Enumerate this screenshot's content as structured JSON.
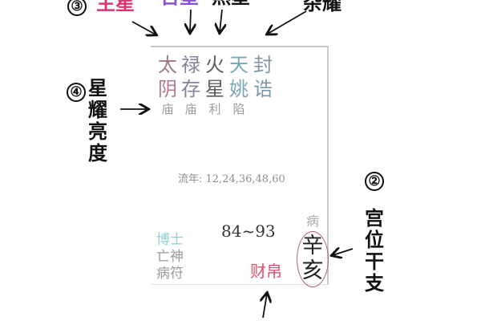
{
  "annotations": {
    "main_star": {
      "number": "③",
      "label": "主星",
      "color": "#e0336e"
    },
    "lucky_star": {
      "label": "吉星",
      "color": "#8a4fd8"
    },
    "evil_star": {
      "label": "煞星",
      "color": "#111111"
    },
    "misc_star": {
      "label": "杂耀",
      "color": "#111111"
    },
    "brightness": {
      "number": "④",
      "label": [
        "星",
        "耀",
        "亮",
        "度"
      ]
    },
    "palace_ganzhi": {
      "number": "②",
      "label": [
        "宫",
        "位",
        "干",
        "支"
      ]
    }
  },
  "palace": {
    "stars": [
      {
        "chars": [
          "太",
          "阴"
        ],
        "brightness": "庙",
        "color": "#a07a86"
      },
      {
        "chars": [
          "禄",
          "存"
        ],
        "brightness": "庙",
        "color": "#8a80a0"
      },
      {
        "chars": [
          "火",
          "星"
        ],
        "brightness": "利",
        "color": "#5e5e5e"
      },
      {
        "chars": [
          "天",
          "姚"
        ],
        "brightness": "陷",
        "color": "#7aa6b8"
      },
      {
        "chars": [
          "封",
          "诰"
        ],
        "brightness": "",
        "color": "#7d97a8"
      }
    ],
    "liunian": "流年: 12,24,36,48,60",
    "age_range": "84~93",
    "small_gods": [
      {
        "text": "博士",
        "color": "#8fd0cf"
      },
      {
        "text": "亡神",
        "color": "#9a9a9a"
      },
      {
        "text": "病符",
        "color": "#9a9a9a"
      }
    ],
    "changsheng": "病",
    "name": "财帛",
    "ganzhi": [
      "辛",
      "亥"
    ]
  }
}
